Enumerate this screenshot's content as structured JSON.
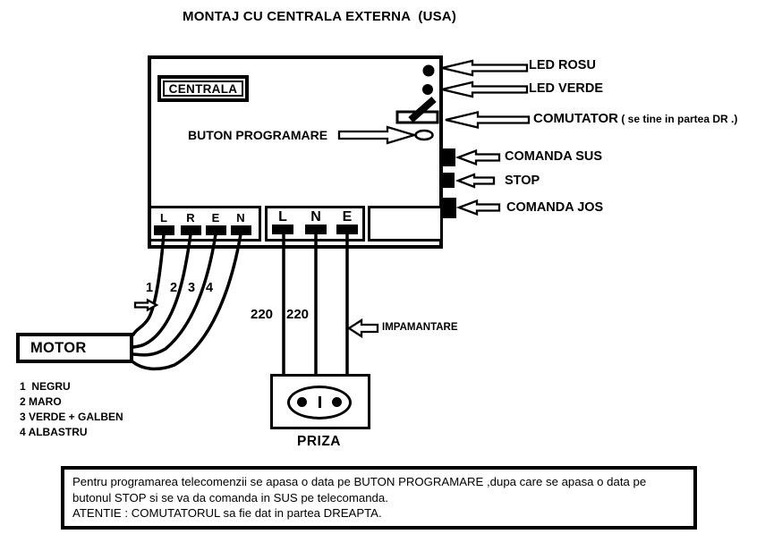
{
  "title": "MONTAJ CU CENTRALA EXTERNA  (USA)",
  "device": {
    "name_label": "CENTRALA",
    "buton_programare_label": "BUTON PROGRAMARE"
  },
  "callouts": {
    "led_rosu": "LED ROSU",
    "led_verde": "LED VERDE",
    "comutator": "COMUTATOR",
    "comutator_note": " ( se tine in partea DR .)",
    "comanda_sus": "COMANDA SUS",
    "stop": "STOP",
    "comanda_jos": "COMANDA JOS",
    "impamantare": "IMPAMANTARE"
  },
  "terminal_block_left": {
    "labels": [
      "L",
      "R",
      "E",
      "N"
    ]
  },
  "terminal_block_right": {
    "labels": [
      "L",
      "N",
      "E"
    ]
  },
  "wire_numbers": [
    "1",
    "2",
    "3",
    "4"
  ],
  "voltages": [
    "220",
    "220"
  ],
  "motor_label": "MOTOR",
  "wire_legend": [
    "1  NEGRU",
    "2 MARO",
    "3 VERDE + GALBEN",
    "4 ALBASTRU"
  ],
  "priza_label": "PRIZA",
  "note": {
    "line1": "Pentru programarea telecomenzii se apasa o data pe BUTON PROGRAMARE ,dupa care se apasa o data pe",
    "line2": "butonul STOP si se va da comanda in SUS pe telecomanda.",
    "line3": "ATENTIE : COMUTATORUL sa fie dat in partea DREAPTA."
  },
  "colors": {
    "ink": "#000000",
    "paper": "#ffffff"
  }
}
